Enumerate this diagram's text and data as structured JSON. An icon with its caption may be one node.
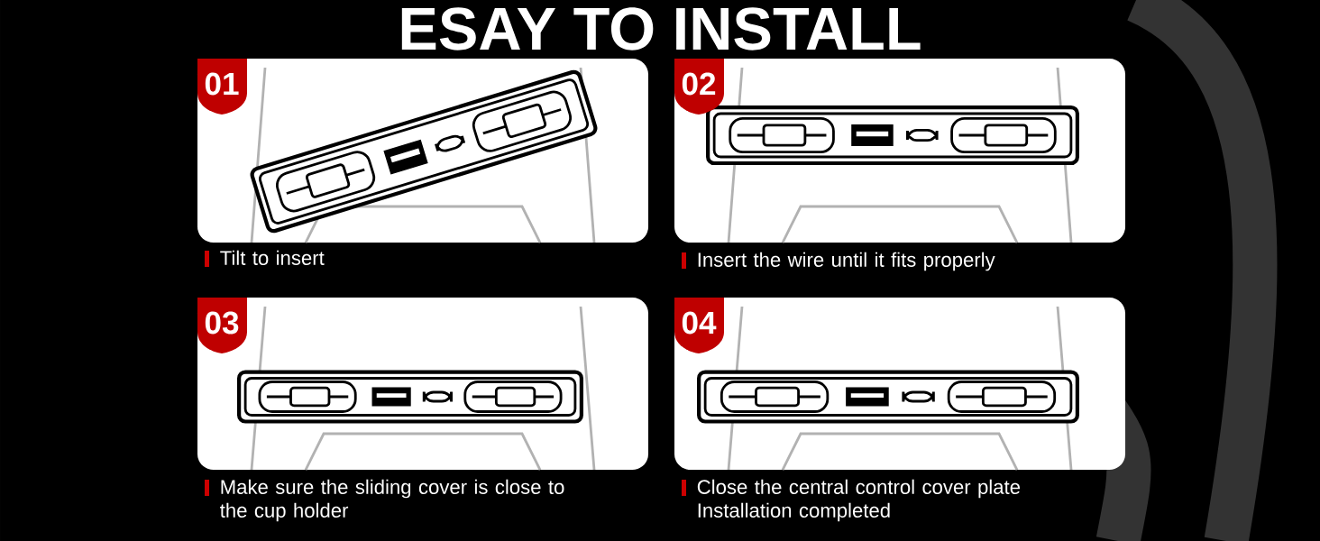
{
  "diagram": {
    "title": "ESAY TO INSTALL",
    "nodes": [
      {
        "text": [
          "01"
        ],
        "beside": [
          "Tilt to insert"
        ]
      },
      {
        "text": [
          "02"
        ],
        "beside": [
          "Insert the wire until it fits properly"
        ]
      },
      {
        "text": [
          "03"
        ],
        "beside": [
          "Make sure the sliding cover is close to the cup holder"
        ]
      },
      {
        "text": [
          "04"
        ],
        "beside": [
          "Close the central control cover plate",
          "Installation completed"
        ]
      }
    ]
  }
}
